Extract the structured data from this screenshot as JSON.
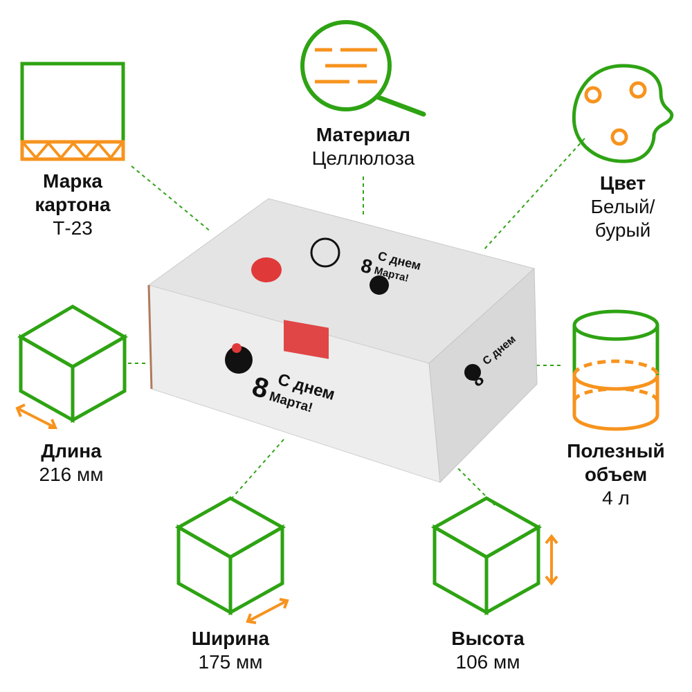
{
  "colors": {
    "green": "#2ea313",
    "orange": "#f7931e",
    "dash": "#2ea313",
    "box_top": "#e4e4e4",
    "box_front": "#ececec",
    "box_side": "#d6d6d6"
  },
  "labels": {
    "cardboard": {
      "title_line1": "Марка",
      "title_line2": "картона",
      "value": "Т-23",
      "icon": "corrugated-cardboard-icon"
    },
    "material": {
      "title": "Материал",
      "value": "Целлюлоза",
      "icon": "magnifier-icon"
    },
    "color": {
      "title": "Цвет",
      "value_line1": "Белый/",
      "value_line2": "бурый",
      "icon": "palette-icon"
    },
    "length": {
      "title": "Длина",
      "value": "216 мм",
      "icon": "cube-length-icon"
    },
    "volume": {
      "title_line1": "Полезный",
      "title_line2": "объем",
      "value": "4 л",
      "icon": "cylinder-icon"
    },
    "width": {
      "title": "Ширина",
      "value": "175 мм",
      "icon": "cube-width-icon"
    },
    "height": {
      "title": "Высота",
      "value": "106 мм",
      "icon": "cube-height-icon"
    }
  },
  "box_print": {
    "line1": "С днем",
    "line2_num": "8",
    "line2": "Марта!"
  }
}
